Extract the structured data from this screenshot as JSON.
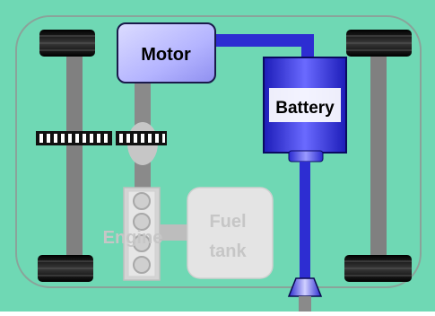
{
  "labels": {
    "motor": "Motor",
    "battery": "Battery",
    "engine": "Engine",
    "fuel_line1": "Fuel",
    "fuel_line2": "tank"
  },
  "colors": {
    "background": "#6fd8b4",
    "chassis_outline": "#8aa39a",
    "axle": "#808080",
    "tire": "#1e1e1e",
    "motor_fill": "#b4b4ff",
    "battery_fill": "#2828cc",
    "power_line": "#2d2dd2",
    "gear": "#111111",
    "engine": "#d6d6d6",
    "fuel_tank": "#e2e2e2",
    "faded_text": "#c8c8c8"
  }
}
